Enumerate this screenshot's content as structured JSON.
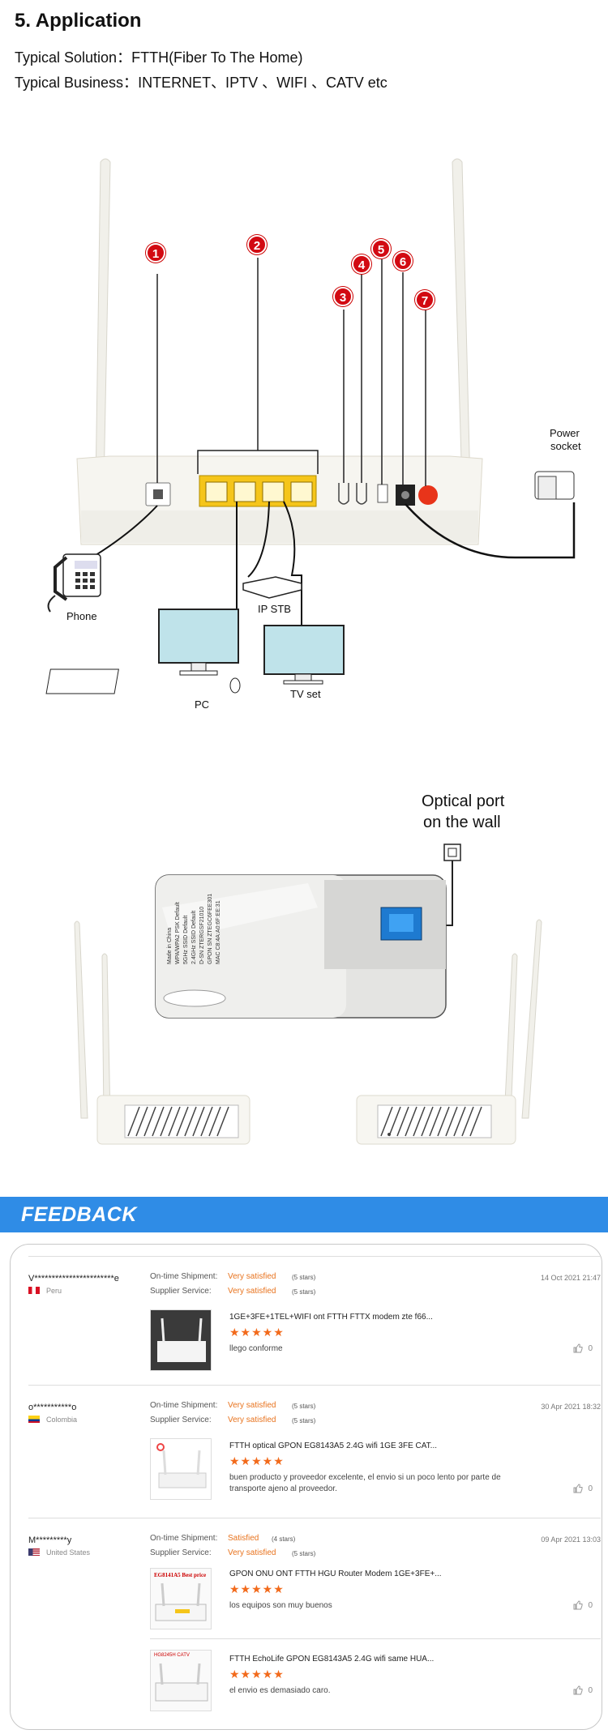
{
  "heading": "5. Application",
  "solution": {
    "label": "Typical Solution：",
    "value": "FTTH(Fiber To The Home)"
  },
  "business": {
    "label": "Typical Business：",
    "value": "INTERNET、IPTV 、WIFI 、CATV etc"
  },
  "diagram": {
    "badges": [
      "1",
      "2",
      "3",
      "4",
      "5",
      "6",
      "7"
    ],
    "labels": {
      "power": "Power",
      "socket": "socket",
      "phone": "Phone",
      "ip_stb": "IP STB",
      "pc": "PC",
      "tv_set": "TV set",
      "optical_1": "Optical port",
      "optical_2": "on the wall"
    },
    "sticker_lines": [
      "Made in China",
      "WPA/WPA2 PSK Default",
      "5GHz SSID Default",
      "2.4GHz SSID Default",
      "D-SN ZTERGSF21010",
      "GPON SN ZTEGC6FEE301",
      "MAC C8:4A:A0:6F:EE:31"
    ]
  },
  "feedback": {
    "title": "FEEDBACK",
    "ontime_label": "On-time Shipment:",
    "supplier_label": "Supplier Service:",
    "reviews": [
      {
        "user": "V***********************e",
        "country": "Peru",
        "date": "14 Oct 2021 21:47",
        "ontime": "Very satisfied",
        "ontime_stars": "(5 stars)",
        "supplier": "Very satisfied",
        "supplier_stars": "(5 stars)",
        "product": "1GE+3FE+1TEL+WIFI ont FTTH FTTX modem zte f66...",
        "stars": "★★★★★",
        "comment": "llego conforme",
        "likes": "0"
      },
      {
        "user": "o***********o",
        "country": "Colombia",
        "date": "30 Apr 2021 18:32",
        "ontime": "Very satisfied",
        "ontime_stars": "(5 stars)",
        "supplier": "Very satisfied",
        "supplier_stars": "(5 stars)",
        "product": "FTTH optical GPON EG8143A5 2.4G wifi 1GE 3FE CAT...",
        "stars": "★★★★★",
        "comment": "buen producto y proveedor excelente, el envio si un poco lento por parte de transporte ajeno al proveedor.",
        "likes": "0"
      },
      {
        "user": "M*********y",
        "country": "United States",
        "date": "09 Apr 2021 13:03",
        "ontime": "Satisfied",
        "ontime_stars": "(4 stars)",
        "supplier": "Very satisfied",
        "supplier_stars": "(5 stars)",
        "product": "GPON ONU ONT FTTH HGU Router Modem 1GE+3FE+...",
        "thumb_caption": "EG8141A5 Best price",
        "stars": "★★★★★",
        "comment": "los equipos son muy buenos",
        "likes": "0"
      }
    ],
    "extra": {
      "product": "FTTH EchoLife GPON EG8143A5 2.4G wifi same HUA...",
      "thumb_caption": "HG8245H CATV",
      "stars": "★★★★★",
      "comment": "el envio es demasiado caro.",
      "likes": "0"
    }
  }
}
